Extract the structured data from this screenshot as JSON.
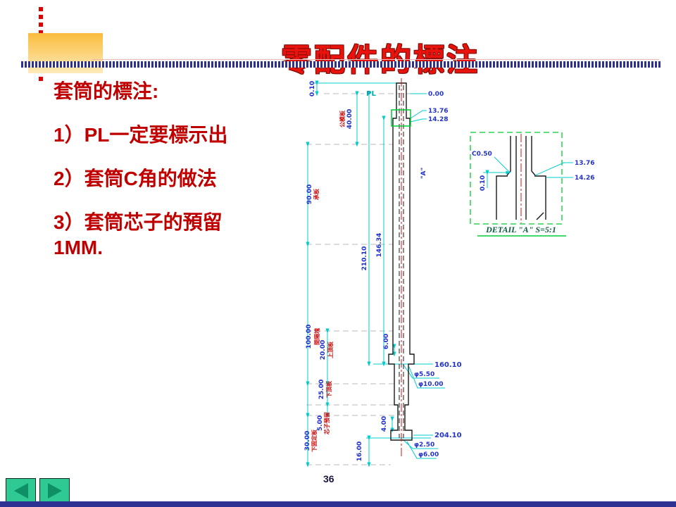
{
  "slide": {
    "title": "零配件的標注",
    "page_number": "36"
  },
  "notes": {
    "heading": "套筒的標注:",
    "item1": "1）PL一定要標示出",
    "item2": "2）套筒C角的做法",
    "item3": "3）套筒芯子的預留\n1MM."
  },
  "drawing": {
    "pl_label": "PL",
    "datum": "0.00",
    "dim_top_tol": "0.10",
    "dim_40": "40.00",
    "dim_90": "90.00",
    "dim_210": "210.10",
    "dim_146": "146.34",
    "dim_100": "100.00",
    "dim_20": "20.00",
    "dim_25": "25.00",
    "dim_5": "5.00",
    "dim_30": "30.00",
    "dim_16": "16.00",
    "dim_6": "6.00",
    "dim_4": "4.00",
    "lead_13_76": "13.76",
    "lead_14_28": "14.28",
    "lead_160_10": "160.10",
    "lead_dia_5_50": "φ5.50",
    "lead_dia_10_00": "φ10.00",
    "lead_204_10": "204.10",
    "lead_dia_2_50": "φ2.50",
    "lead_dia_6_00": "φ6.00",
    "view_label": "\"A\"",
    "plate_40": "公模板",
    "plate_90": "承板",
    "plate_100": "間隔塊",
    "plate_20": "上頂板",
    "plate_25": "下頂板",
    "plate_5": "芯子預留",
    "plate_30": "下固定板"
  },
  "detail": {
    "chamfer": "C0.50",
    "gap": "0.10",
    "lead_13_76": "13.76",
    "lead_14_26": "14.26",
    "caption": "DETAIL \"A\" S=5:1"
  },
  "colors": {
    "accent_red": "#cc0000",
    "dim_text_blue": "#2233cc",
    "dim_line_cyan": "#00cccc",
    "detail_green": "#00cc33",
    "footer_bar_blue": "#2e3192",
    "nav_button_green": "#2fc993"
  }
}
